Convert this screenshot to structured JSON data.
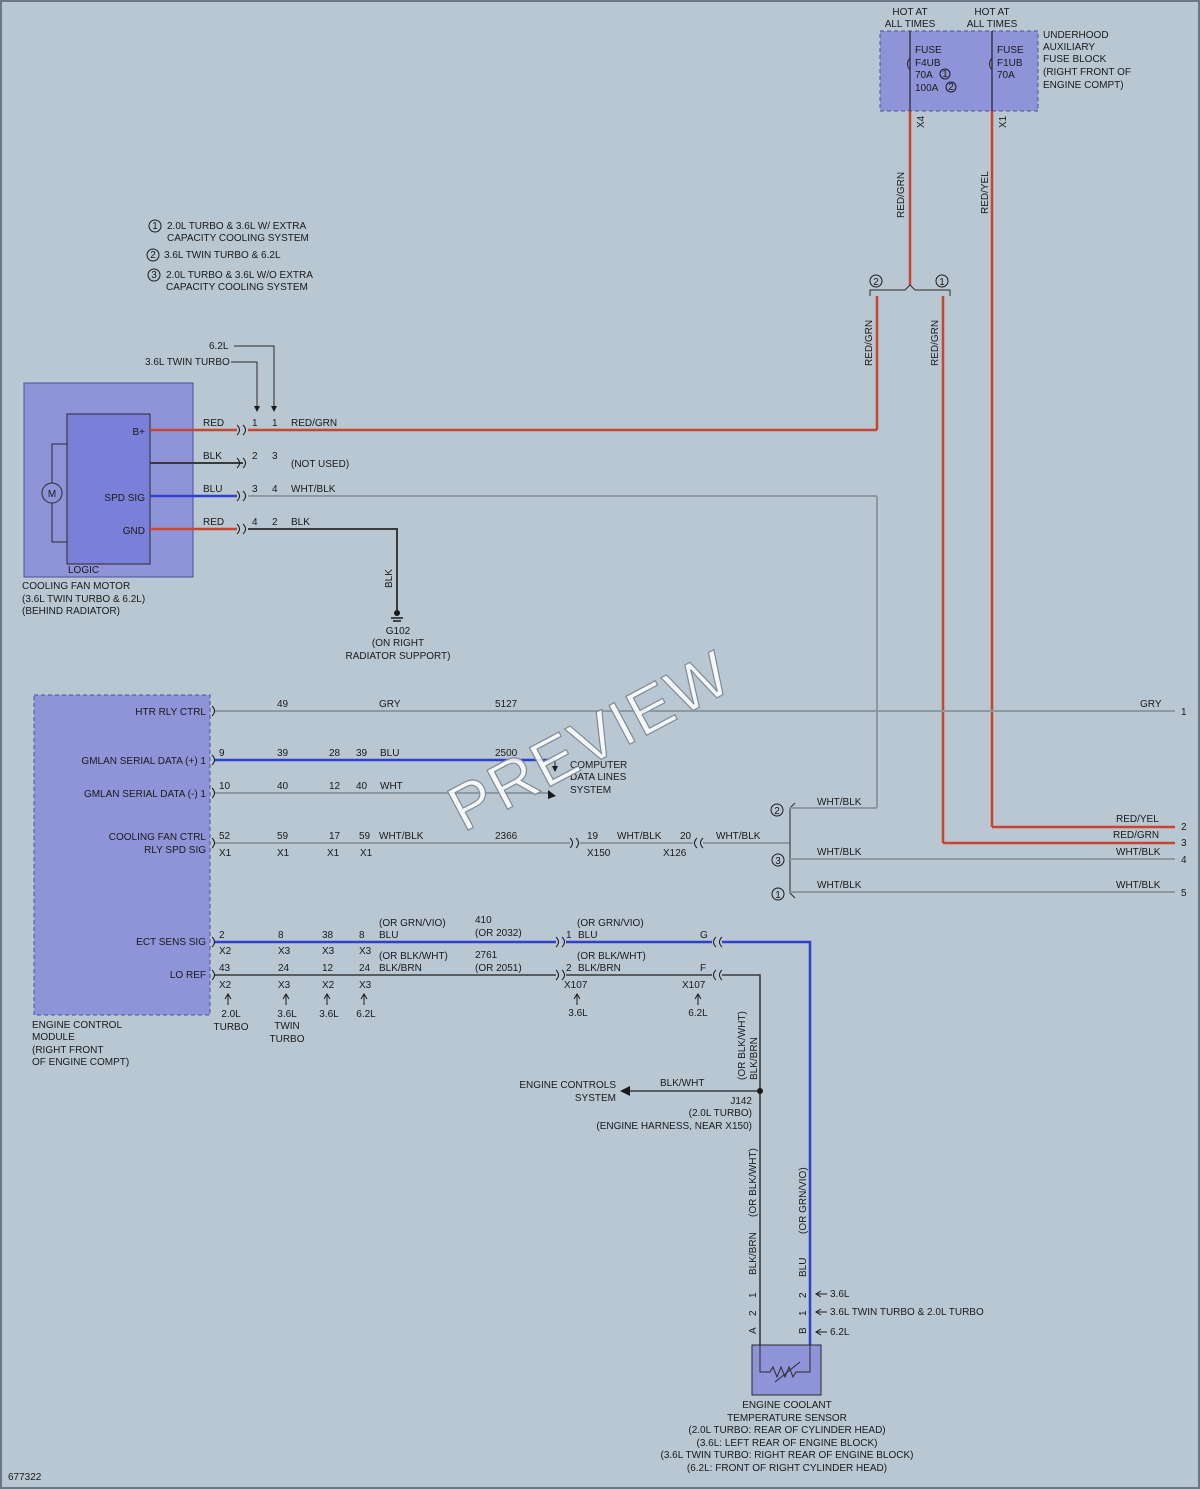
{
  "colors": {
    "background": "#b9c7d2",
    "red_wire": "#c8462e",
    "blue_wire": "#2f3fd0",
    "gray_wire": "#8d98a2",
    "dark_wire": "#3a3a3a",
    "component_fill": "#8f94d8",
    "component_inner": "#7a7fd8"
  },
  "fuse_block": {
    "hot1": "HOT AT",
    "hot2": "ALL TIMES",
    "hot3": "HOT AT",
    "hot4": "ALL TIMES",
    "name1": "UNDERHOOD",
    "name2": "AUXILIARY",
    "name3": "FUSE BLOCK",
    "name4": "(RIGHT FRONT OF",
    "name5": "ENGINE COMPT)",
    "f1_a": "FUSE",
    "f1_b": "F4UB",
    "f1_c": "70A",
    "f1_c_mark": "1",
    "f1_d": "100A",
    "f1_d_mark": "2",
    "f2_a": "FUSE",
    "f2_b": "F1UB",
    "f2_c": "70A",
    "conn1": "X4",
    "conn2": "X1"
  },
  "legend": {
    "n1": "1",
    "l1a": "2.0L TURBO & 3.6L W/ EXTRA",
    "l1b": "CAPACITY COOLING SYSTEM",
    "n2": "2",
    "l2": "3.6L TWIN TURBO & 6.2L",
    "n3": "3",
    "l3a": "2.0L TURBO & 3.6L W/O EXTRA",
    "l3b": "CAPACITY COOLING SYSTEM"
  },
  "fan_motor": {
    "v1": "6.2L",
    "v2": "3.6L TWIN TURBO",
    "motor": "M",
    "pin_bplus": "B+",
    "pin_spd": "SPD SIG",
    "pin_gnd": "GND",
    "logic": "LOGIC",
    "cap1": "COOLING FAN MOTOR",
    "cap2": "(3.6L TWIN TURBO & 6.2L)",
    "cap3": "(BEHIND RADIATOR)",
    "w1": "RED",
    "p1a": "1",
    "p1b": "1",
    "w1b": "RED/GRN",
    "w2": "BLK",
    "p2a": "2",
    "p2b": "3",
    "w2b": "(NOT USED)",
    "w3": "BLU",
    "p3a": "3",
    "p3b": "4",
    "w3b": "WHT/BLK",
    "w4": "RED",
    "p4a": "4",
    "p4b": "2",
    "w4b": "BLK",
    "gnd_wire": "BLK",
    "g1": "G102",
    "g2": "(ON RIGHT",
    "g3": "RADIATOR SUPPORT)"
  },
  "wires": {
    "red_grn_a": "RED/GRN",
    "red_yel": "RED/YEL",
    "red_grn_b": "RED/GRN",
    "red_grn_c": "RED/GRN",
    "split_n2": "2",
    "split_n1": "1"
  },
  "ecm": {
    "htr": "HTR RLY CTRL",
    "gm_pos": "GMLAN SERIAL DATA (+) 1",
    "gm_neg": "GMLAN SERIAL DATA (-) 1",
    "cf1": "COOLING FAN CTRL",
    "cf2": "RLY SPD SIG",
    "ect": "ECT SENS SIG",
    "lo": "LO REF",
    "cap1": "ENGINE CONTROL",
    "cap2": "MODULE",
    "cap3": "(RIGHT FRONT",
    "cap4": "OF ENGINE COMPT)"
  },
  "rows": {
    "r1_p": "49",
    "r1_w": "GRY",
    "r1_c": "5127",
    "r1_w2": "GRY",
    "r1_n": "1",
    "r2_p1": "9",
    "r2_p2": "39",
    "r2_p3": "28",
    "r2_p4": "39",
    "r2_w": "BLU",
    "r2_c": "2500",
    "cds1": "COMPUTER",
    "cds2": "DATA LINES",
    "cds3": "SYSTEM",
    "r3_p1": "10",
    "r3_p2": "40",
    "r3_p3": "12",
    "r3_p4": "40",
    "r3_w": "WHT",
    "r4_p1": "52",
    "r4_p2": "59",
    "r4_p3": "17",
    "r4_p4": "59",
    "r4_w": "WHT/BLK",
    "r4_c": "2366",
    "r4_x1": "X1",
    "r4_x2": "X1",
    "r4_x3": "X1",
    "r4_x4": "X1",
    "r4_p5": "19",
    "r4_w2": "WHT/BLK",
    "r4_p6": "20",
    "r4_w3": "WHT/BLK",
    "x150": "X150",
    "x126": "X126",
    "s2": "2",
    "s2_w": "WHT/BLK",
    "s3": "3",
    "s3_w": "WHT/BLK",
    "s3_w2": "WHT/BLK",
    "s1": "1",
    "s1_w": "WHT/BLK",
    "s1_w2": "WHT/BLK",
    "e2_w": "RED/YEL",
    "e3_w": "RED/GRN",
    "n2": "2",
    "n3": "3",
    "n4": "4",
    "n5": "5"
  },
  "sensor_rows": {
    "e_p1": "2",
    "e_p2": "8",
    "e_p3": "38",
    "e_p4": "8",
    "e_x1": "X2",
    "e_x2": "X3",
    "e_x3": "X3",
    "e_x4": "X3",
    "e_alt": "(OR GRN/VIO)",
    "e_w": "BLU",
    "e_c1": "410",
    "e_c2": "(OR 2032)",
    "e_p5": "1",
    "e_alt2": "(OR GRN/VIO)",
    "e_w2": "BLU",
    "e_g": "G",
    "l_p1": "43",
    "l_p2": "24",
    "l_p3": "12",
    "l_p4": "24",
    "l_x1": "X2",
    "l_x2": "X3",
    "l_x3": "X2",
    "l_x4": "X3",
    "l_alt": "(OR BLK/WHT)",
    "l_w": "BLK/BRN",
    "l_c1": "2761",
    "l_c2": "(OR 2051)",
    "l_p5": "2",
    "l_alt2": "(OR BLK/WHT)",
    "l_w2": "BLK/BRN",
    "l_f": "F",
    "x107a": "X107",
    "x107b": "X107",
    "v1a": "2.0L",
    "v1b": "TURBO",
    "v2a": "3.6L",
    "v2b": "TWIN",
    "v2c": "TURBO",
    "v3": "3.6L",
    "v4": "6.2L",
    "v5": "3.6L",
    "v6": "6.2L"
  },
  "splice": {
    "wire_alt": "(OR BLK/WHT)",
    "wire": "BLK/BRN",
    "ecs1": "ENGINE CONTROLS",
    "ecs2": "SYSTEM",
    "ecs_w": "BLK/WHT",
    "j1": "J142",
    "j2": "(2.0L TURBO)",
    "j3": "(ENGINE HARNESS, NEAR X150)"
  },
  "sensor": {
    "w_left": "BLK/BRN",
    "w_left_alt": "(OR BLK/WHT)",
    "w_right": "BLU",
    "w_right_alt": "(OR GRN/VIO)",
    "la1": "1",
    "la2": "2",
    "laA": "A",
    "lb1": "2",
    "lb2": "1",
    "lbB": "B",
    "var1": "3.6L",
    "var2": "3.6L TWIN TURBO & 2.0L TURBO",
    "var3": "6.2L",
    "cap1": "ENGINE COOLANT",
    "cap2": "TEMPERATURE SENSOR",
    "cap3": "(2.0L TURBO: REAR OF CYLINDER HEAD)",
    "cap4": "(3.6L: LEFT REAR OF ENGINE BLOCK)",
    "cap5": "(3.6L TWIN TURBO: RIGHT REAR OF ENGINE BLOCK)",
    "cap6": "(6.2L: FRONT OF RIGHT CYLINDER HEAD)"
  },
  "watermark": "PREVIEW",
  "diagram_id": "677322"
}
